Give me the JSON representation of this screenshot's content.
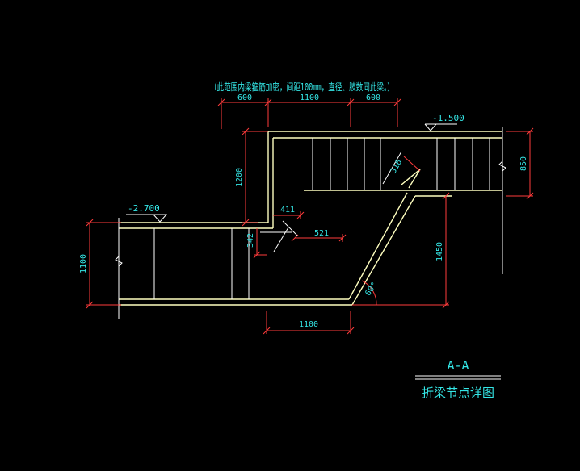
{
  "note": "（此范围内梁箍筋加密，间距100mm，直径、肢数同此梁。）",
  "levels": {
    "upper": "-1.500",
    "lower": "-2.700"
  },
  "dimensions": {
    "top_left": "600",
    "top_mid": "1100",
    "top_right": "600",
    "upper_height": "1200",
    "upper_depth": "850",
    "lower_depth": "1100",
    "slope_height": "1450",
    "bottom": "1100",
    "d411": "411",
    "d521": "521",
    "d342": "342",
    "d316": "316",
    "angle": "60°"
  },
  "title": {
    "section": "A-A",
    "name": "折梁节点详图"
  },
  "colors": {
    "beam": "#ffffc0",
    "dimension": "#ff3b3b",
    "text": "#34e6e6",
    "stirrup": "#ffffff",
    "symbol": "#ffffff",
    "background": "#000000"
  }
}
